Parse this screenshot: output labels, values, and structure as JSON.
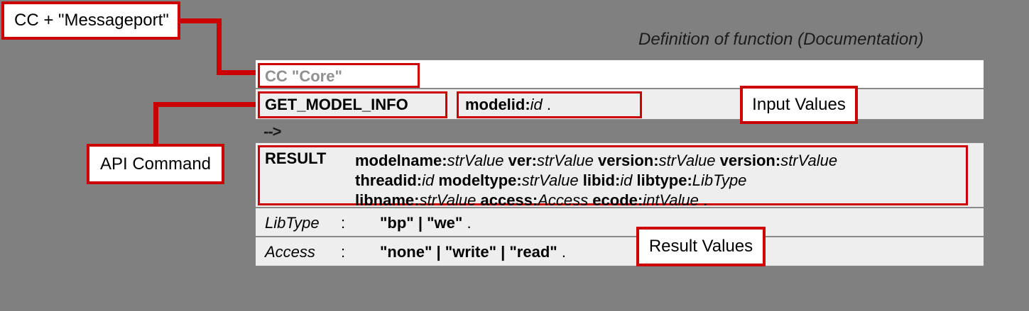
{
  "heading": "Definition of function (Documentation)",
  "callouts": {
    "messageport": "CC + \"Messageport\"",
    "api_command": "API Command",
    "input_values": "Input Values",
    "result_values": "Result Values"
  },
  "doc": {
    "core_row": {
      "label": "CC \"Core\""
    },
    "command_row": {
      "command": "GET_MODEL_INFO",
      "param_key": "modelid:",
      "param_type": "id",
      "param_terminator": " ."
    },
    "arrow_row": {
      "arrow": "-->"
    },
    "result_row": {
      "keyword": "RESULT",
      "lines": [
        [
          {
            "key": "modelname:",
            "type": "strValue"
          },
          {
            "key": "ver:",
            "type": "strValue"
          },
          {
            "key": "version:",
            "type": "strValue"
          },
          {
            "key": "version:",
            "type": "strValue"
          }
        ],
        [
          {
            "key": "threadid:",
            "type": "id"
          },
          {
            "key": "modeltype:",
            "type": "strValue"
          },
          {
            "key": "libid:",
            "type": "id"
          },
          {
            "key": "libtype:",
            "type": "LibType"
          }
        ],
        [
          {
            "key": "libname:",
            "type": "strValue"
          },
          {
            "key": "access:",
            "type": "Access"
          },
          {
            "key": "ecode:",
            "type": "intValue"
          }
        ]
      ],
      "terminator": " ."
    },
    "type_rows": [
      {
        "name": "LibType",
        "colon": ":",
        "values": "\"bp\" | \"we\"",
        "terminator": " ."
      },
      {
        "name": "Access",
        "colon": ":",
        "values": "\"none\" | \"write\" | \"read\"",
        "terminator": " ."
      }
    ]
  },
  "colors": {
    "background": "#808080",
    "accent_red": "#cc0000",
    "row_light": "#eeeeee",
    "row_white": "#ffffff",
    "muted_text": "#909090"
  }
}
